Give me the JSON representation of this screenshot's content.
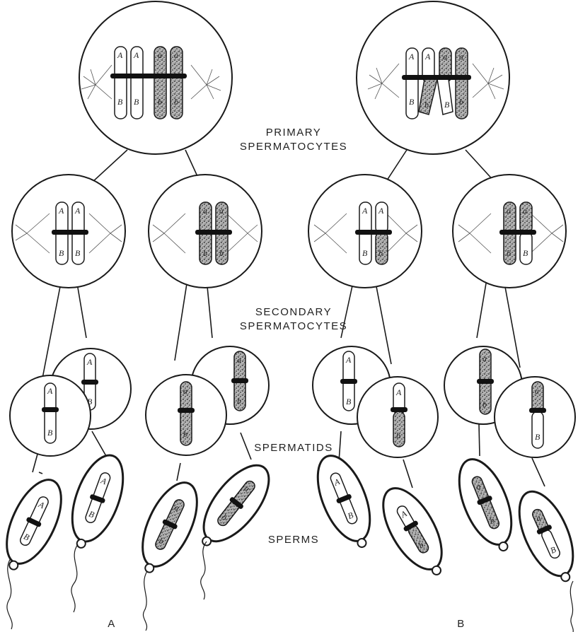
{
  "stage_labels": {
    "primary_1": "PRIMARY",
    "primary_2": "SPERMATOCYTES",
    "secondary_1": "SECONDARY",
    "secondary_2": "SPERMATOCYTES",
    "spermatids": "SPERMATIDS",
    "sperms": "SPERMS"
  },
  "panel_labels": {
    "left": "A",
    "right": "B"
  },
  "gene_letters": {
    "dominant_top": "A",
    "dominant_bottom": "B",
    "recessive_top": "a",
    "recessive_bottom": "b"
  },
  "colors": {
    "ink": "#1a1a1a",
    "chromatin_stipple": "#8a8a8a",
    "background": "#ffffff"
  }
}
